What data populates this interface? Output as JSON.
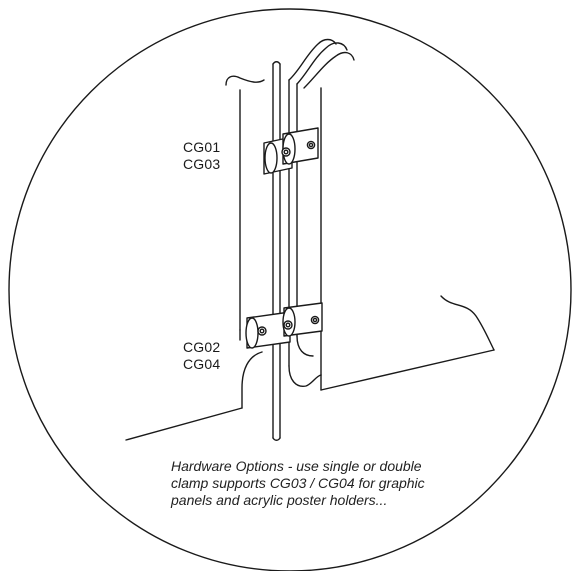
{
  "labels": {
    "upper_clamp_codes": [
      "CG01",
      "CG03"
    ],
    "lower_clamp_codes": [
      "CG02",
      "CG04"
    ]
  },
  "caption": {
    "lines": [
      "Hardware Options - use single or double",
      "clamp supports CG03 / CG04 for graphic",
      "panels and acrylic poster holders..."
    ]
  },
  "colors": {
    "line": "#1a1a1a",
    "background": "#ffffff"
  }
}
